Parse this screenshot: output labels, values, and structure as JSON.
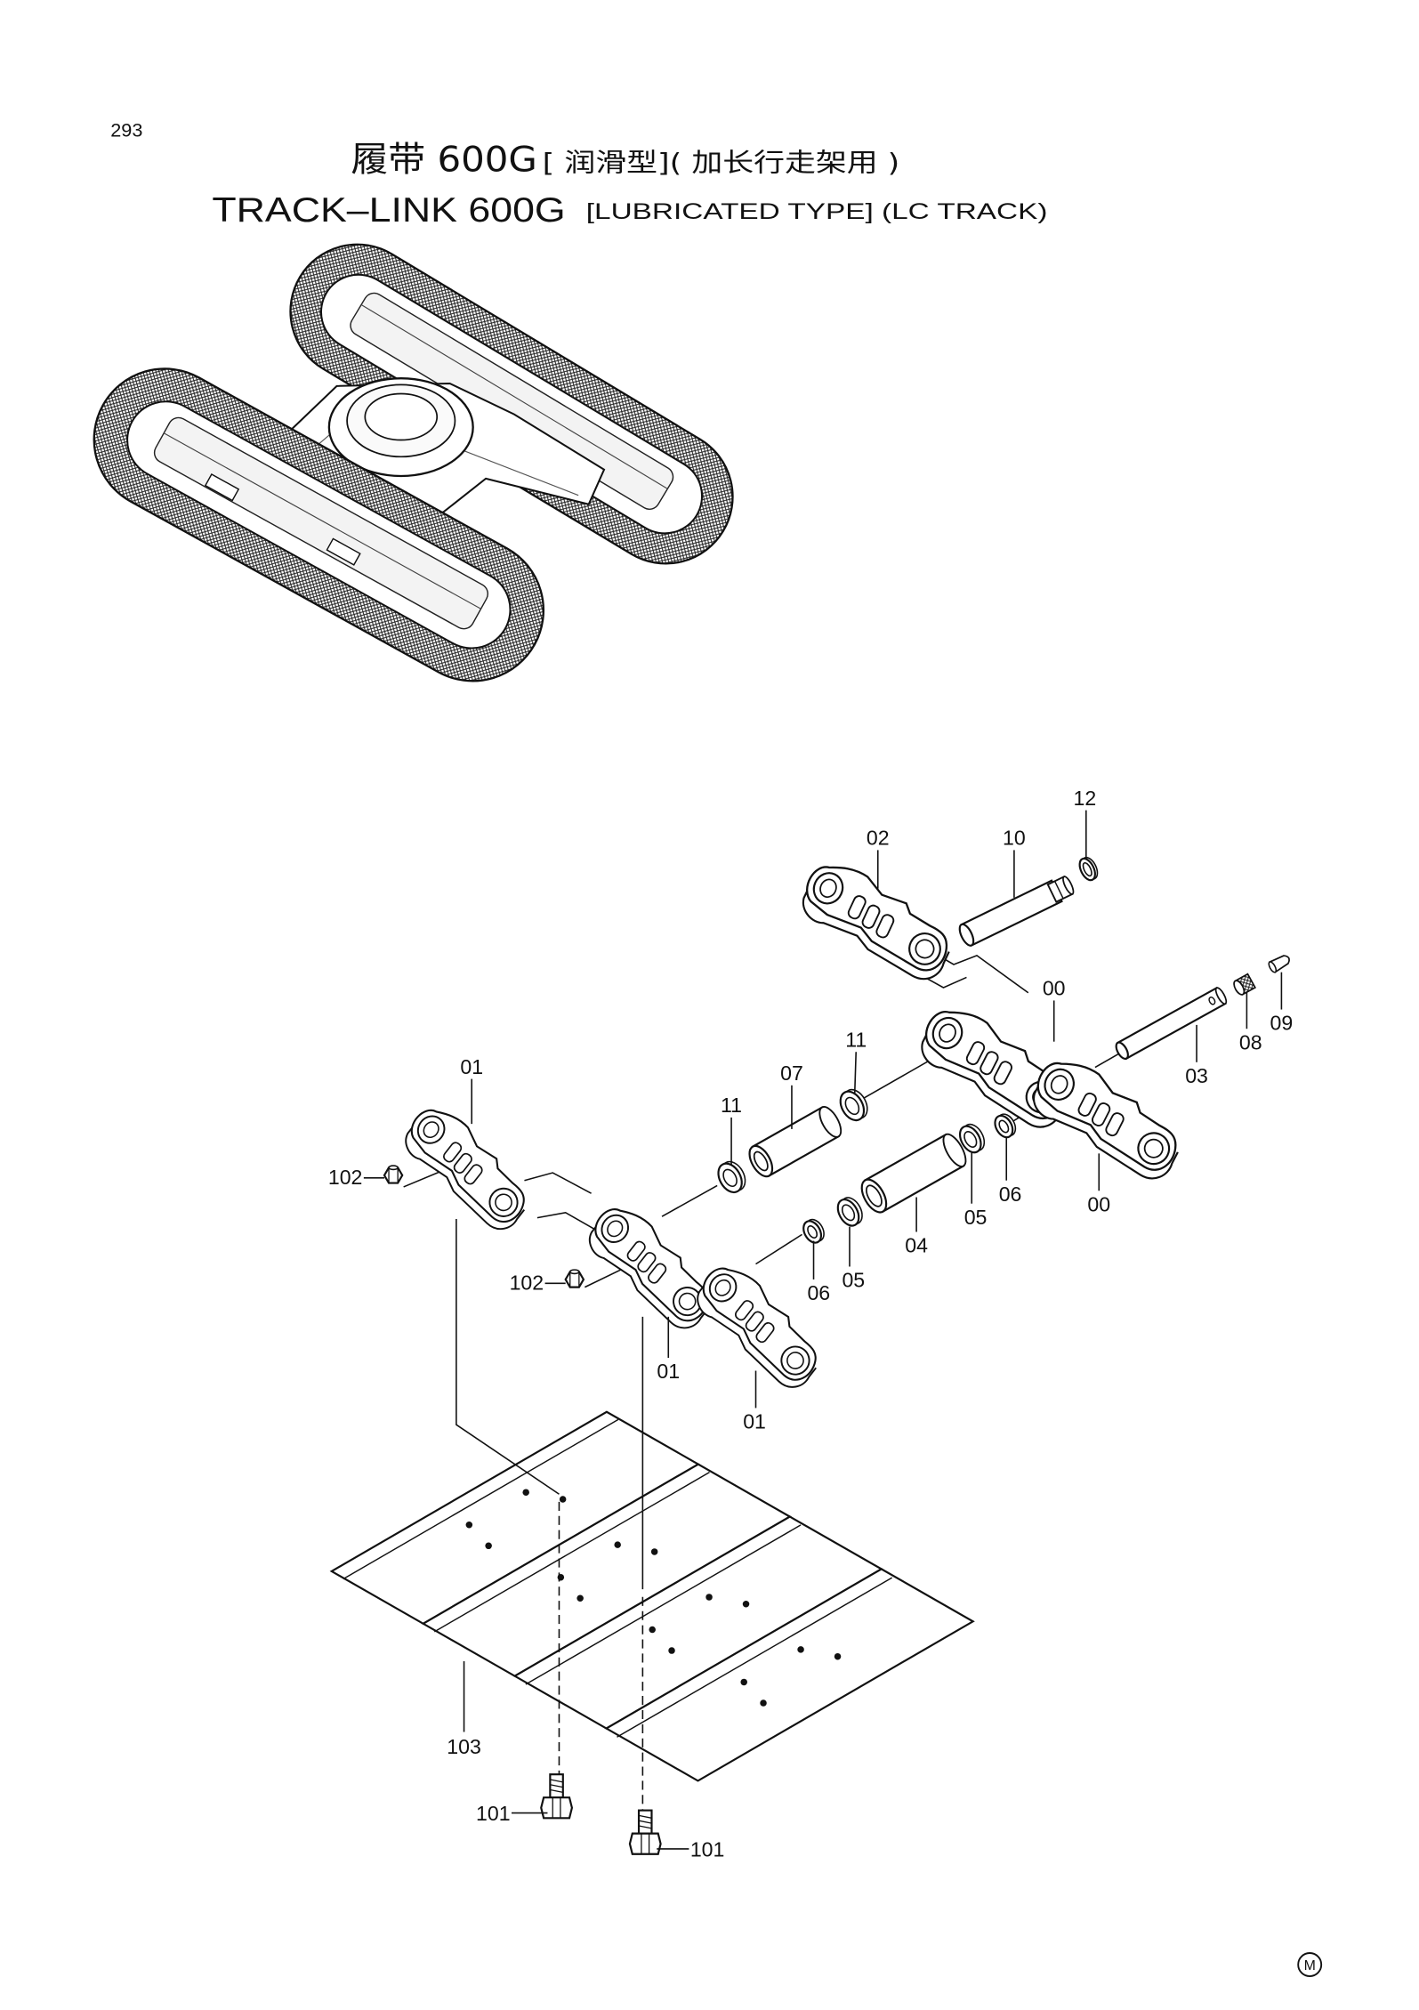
{
  "page_number": "293",
  "title": {
    "cn_main": "履带 600G",
    "cn_sub": "[ 润滑型]( 加长行走架用 )",
    "en_main": "TRACK–LINK 600G",
    "en_sub": "[LUBRICATED TYPE] (LC TRACK)"
  },
  "callouts": [
    "12",
    "02",
    "10",
    "00",
    "11",
    "07",
    "09",
    "08",
    "03",
    "01",
    "11",
    "06",
    "05",
    "00",
    "102",
    "102",
    "06",
    "05",
    "04",
    "01",
    "01",
    "103",
    "101",
    "101"
  ],
  "mark": "M",
  "colors": {
    "ink": "#111111",
    "paper": "#ffffff"
  }
}
